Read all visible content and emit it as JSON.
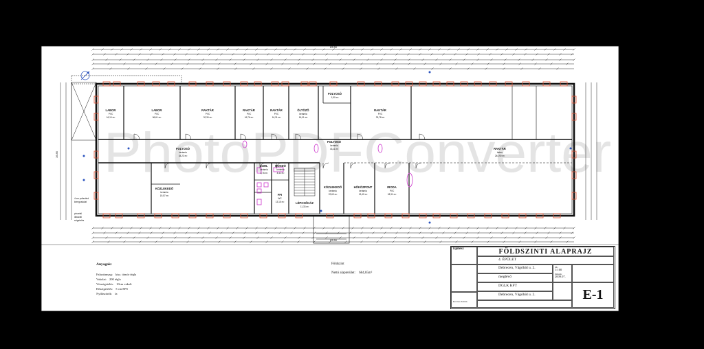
{
  "drawing": {
    "background": "#000000",
    "paper": "#ffffff",
    "line_color": "#222222",
    "dimension_color": "#1a1a1a",
    "window_color": "#e05030",
    "wc_color": "#cc33cc",
    "plant_color": "#cc33cc",
    "blue_color": "#2a52be"
  },
  "overall_dimension_top": "83.50",
  "overall_dimension_bottom": "83.50",
  "overall_dimension_left": "16.85",
  "rooms": [
    {
      "name": "LABOR",
      "sub": "PVC",
      "area": "16,10 m²"
    },
    {
      "name": "LABOR",
      "sub": "PVC",
      "area": "56,61 m²"
    },
    {
      "name": "RAKTÁR",
      "sub": "PVC",
      "area": "32,30 m²"
    },
    {
      "name": "RAKTÁR",
      "sub": "PVC",
      "area": "16,76 m²"
    },
    {
      "name": "RAKTÁR",
      "sub": "PVC",
      "area": "16,31 m²"
    },
    {
      "name": "ÖLTÖZŐ",
      "sub": "kerámia",
      "area": "16,01 m²"
    },
    {
      "name": "FOLYOSÓ",
      "sub": "",
      "area": "1,50 m²"
    },
    {
      "name": "RAKTÁR",
      "sub": "PVC",
      "area": "33,78 m²"
    },
    {
      "name": "FOLYOSÓ",
      "sub": "kerámia",
      "area": "34,23 m²"
    },
    {
      "name": "FOLYOSÓ",
      "sub": "kerámia",
      "area": "43,11 m²"
    },
    {
      "name": "RAKTÁR",
      "sub": "beton",
      "area": "244,90 m²"
    },
    {
      "name": "ZUHL",
      "sub": "kerámia",
      "area": "3,76 m²"
    },
    {
      "name": "MOSDÓ",
      "sub": "kerámia",
      "area": "4,41 m²"
    },
    {
      "name": "FFI",
      "sub": "WC",
      "area": "13,15 m²"
    },
    {
      "name": "LÉPCSŐHÁZ",
      "sub": "",
      "area": "11,33 m²"
    },
    {
      "name": "KÖZLEKEDŐ",
      "sub": "kerámia",
      "area": "22,63 m²"
    },
    {
      "name": "KÖZLEKEDŐ",
      "sub": "kerámia",
      "area": "19,57 m²"
    },
    {
      "name": "HŐKÖZPONT",
      "sub": "kerámia",
      "area": "13,42 m²"
    },
    {
      "name": "IRODA",
      "sub": "PVC",
      "area": "18,31 m²"
    }
  ],
  "legend": {
    "title": "Anyagok:",
    "items": [
      {
        "label": "Falazóanyag:",
        "value": "kisz. tömör tégla"
      },
      {
        "label": "Vakolat:",
        "value": "200 tégla"
      },
      {
        "label": "Vízszigetelés:",
        "value": "10cm vakolt"
      },
      {
        "label": "Hőszigetelés:",
        "value": "5 cm EPS"
      },
      {
        "label": "Nyílászárók:",
        "value": "fa"
      }
    ]
  },
  "area_note": {
    "title": "Földszint",
    "label": "Nettó alapterület:",
    "value": "684,65m²"
  },
  "title_block": {
    "company": "Építész",
    "title": "FÖLDSZINTI ALAPRAJZ",
    "building": "4. ÉPÜLET",
    "location_1": "Debrecen, Vágóhíd u. 2.",
    "status": "meglévő",
    "owner": "DGLK KFT",
    "location_2": "Debrecen, Vágóhíd u. 2.",
    "scale_label": "M=",
    "scale": "1:100",
    "date_label": "Dátum:",
    "date": "2009.07.",
    "sheet": "E-1",
    "designer": "Kovács Zoltán"
  },
  "watermark": "PhotoPDFConverter"
}
